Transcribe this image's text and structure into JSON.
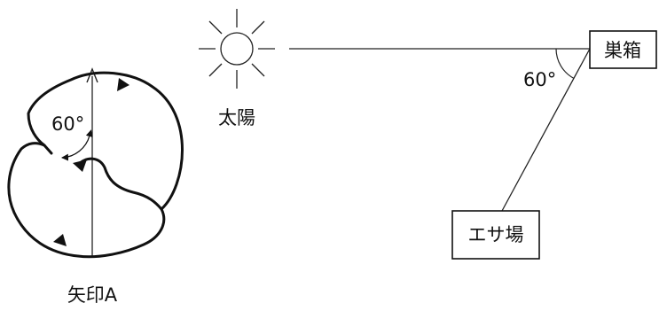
{
  "labels": {
    "sun": "太陽",
    "hive": "巣箱",
    "food": "エサ場",
    "arrow": "矢印A",
    "angle_map": "60°",
    "angle_dance": "60°"
  },
  "colors": {
    "ink": "#111111",
    "background": "#ffffff"
  },
  "icons": {
    "sun": "sun-icon"
  }
}
